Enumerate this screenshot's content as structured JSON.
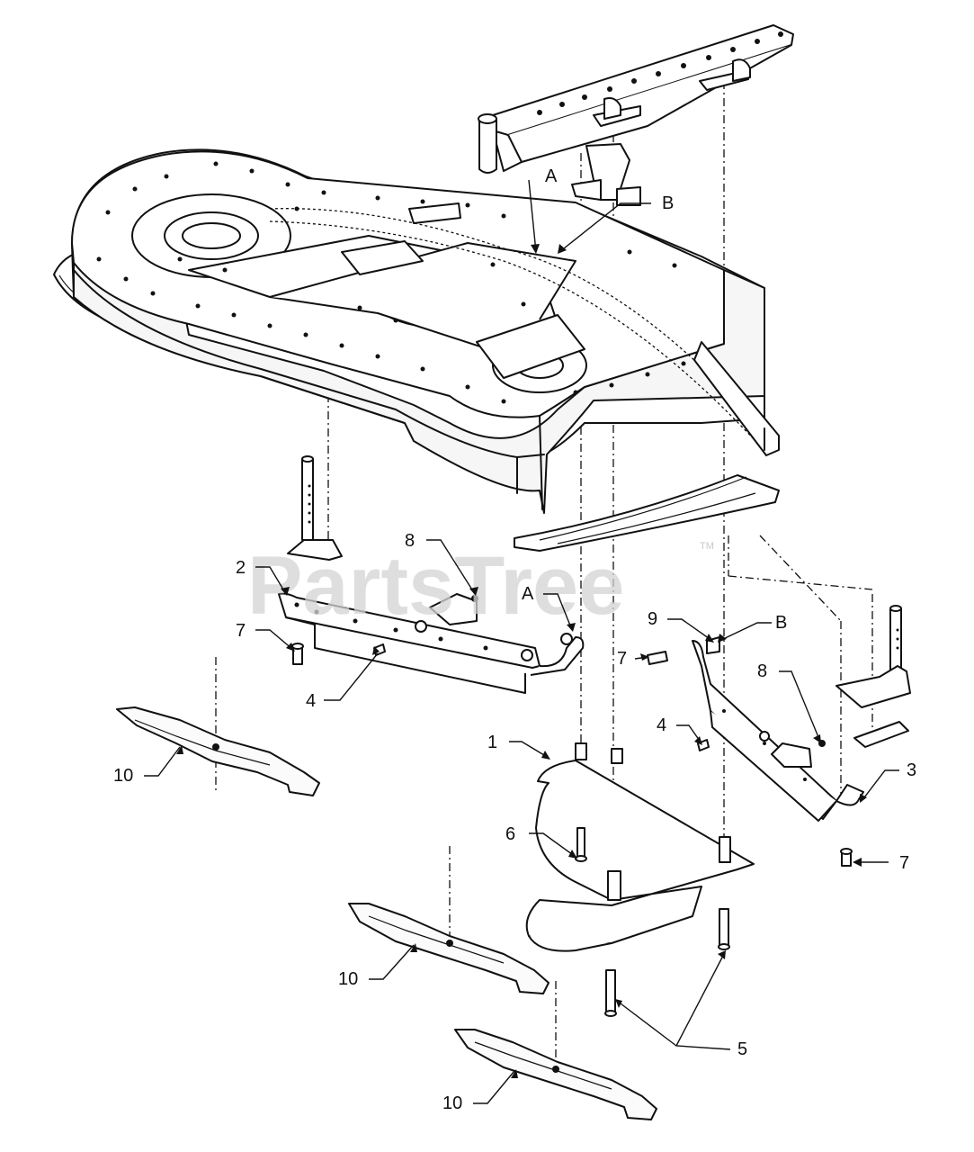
{
  "watermark": {
    "text": "PartsTree",
    "trademark": "TM"
  },
  "callouts": {
    "c1": "1",
    "c2": "2",
    "c3": "3",
    "c4a": "4",
    "c4b": "4",
    "c5": "5",
    "c6": "6",
    "c7a": "7",
    "c7b": "7",
    "c7c": "7",
    "c8a": "8",
    "c8b": "8",
    "c9": "9",
    "c10a": "10",
    "c10b": "10",
    "c10c": "10",
    "cA1": "A",
    "cA2": "A",
    "cB1": "B",
    "cB2": "B"
  },
  "colors": {
    "line": "#111111",
    "watermark": "#d4d4d4",
    "background": "#ffffff"
  }
}
